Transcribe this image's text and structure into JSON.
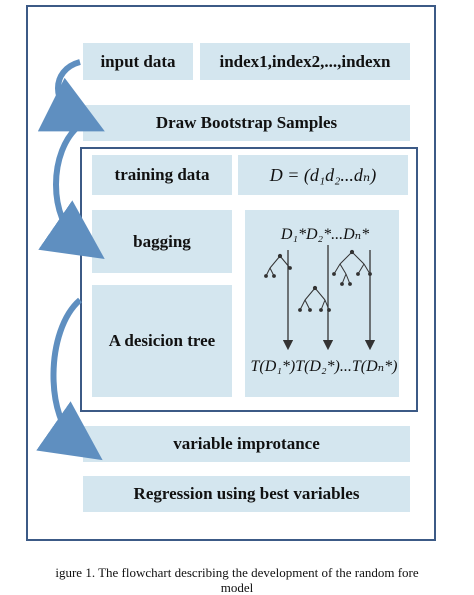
{
  "diagram": {
    "input_data_label": "input data",
    "index_label": "index1,index2,...,indexn",
    "bootstrap_label": "Draw Bootstrap Samples",
    "training_data_label": "training data",
    "dataset_formula": "D = (d₁d₂...dₙ)",
    "bagging_label": "bagging",
    "samples_formula": "D₁*D₂*...Dₙ*",
    "decision_tree_label": "A desicion tree",
    "trees_formula": "T(D₁*)T(D₂*)...T(Dₙ*)",
    "variable_importance_label": "variable improtance",
    "regression_label": "Regression using best variables"
  },
  "caption": {
    "line1": "igure 1.     The flowchart describing the development of the random fore",
    "line2": "model"
  },
  "colors": {
    "box_fill": "#d4e6ef",
    "border": "#3c5a86",
    "arrow": "#5f8fc0"
  }
}
